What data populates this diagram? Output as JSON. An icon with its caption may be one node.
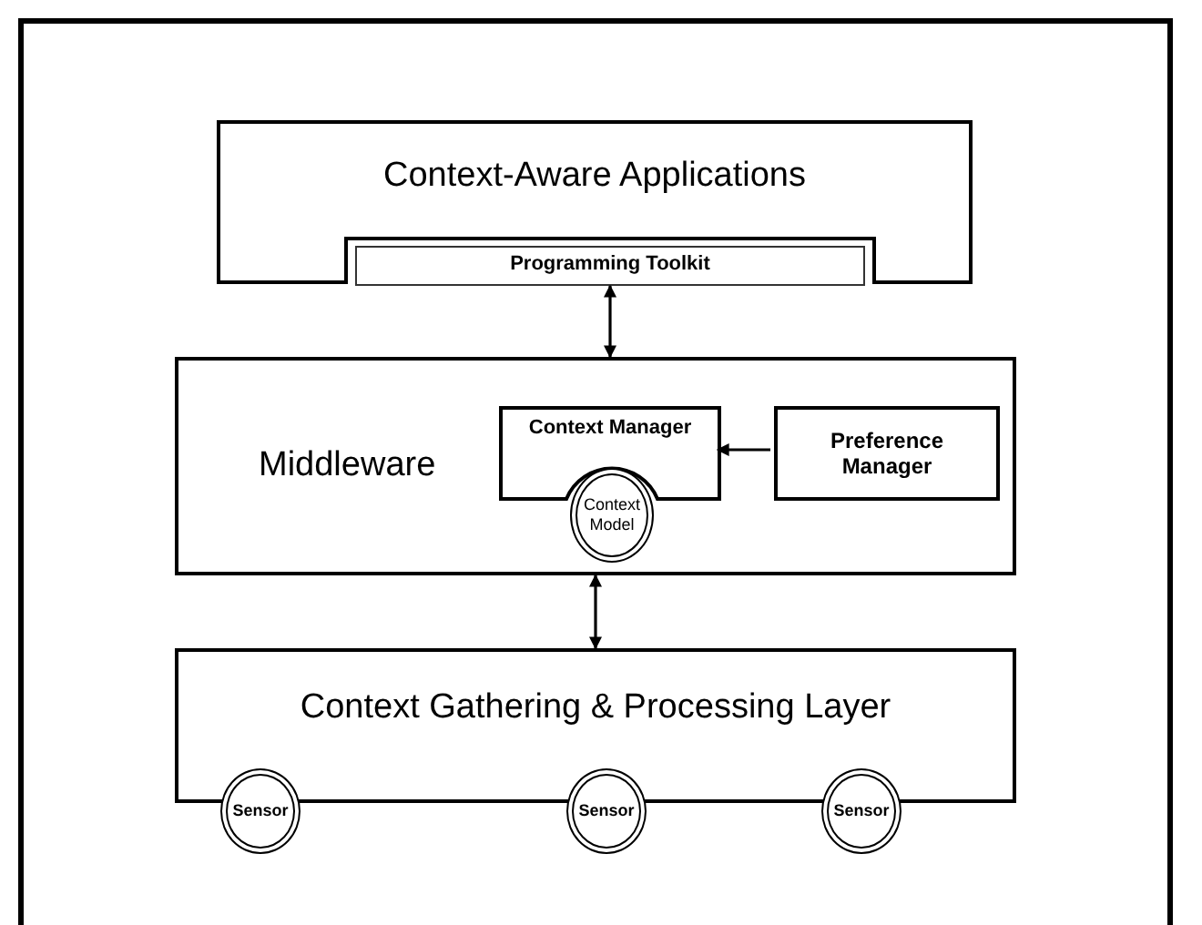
{
  "diagram": {
    "nodes": [
      {
        "text": [
          "Context-Aware Applications"
        ]
      },
      {
        "text": [
          "Programming Toolkit"
        ],
        "in": 0
      },
      {
        "text": [
          "Middleware"
        ]
      },
      {
        "text": [
          "Context Manager"
        ],
        "in": 2
      },
      {
        "text": [
          "Context Model"
        ],
        "in": 2
      },
      {
        "text": [
          "Preference Manager"
        ],
        "in": 2
      },
      {
        "text": [
          "Context Gathering & Processing Layer"
        ]
      },
      {
        "text": [
          "Sensor"
        ]
      },
      {
        "text": [
          "Sensor"
        ]
      },
      {
        "text": [
          "Sensor"
        ]
      }
    ],
    "edges": [
      {
        "from": 1,
        "to": 2,
        "arrow": "both"
      },
      {
        "from": 2,
        "to": 6,
        "arrow": "both"
      },
      {
        "from": 5,
        "to": 3,
        "arrow": "to"
      }
    ]
  }
}
